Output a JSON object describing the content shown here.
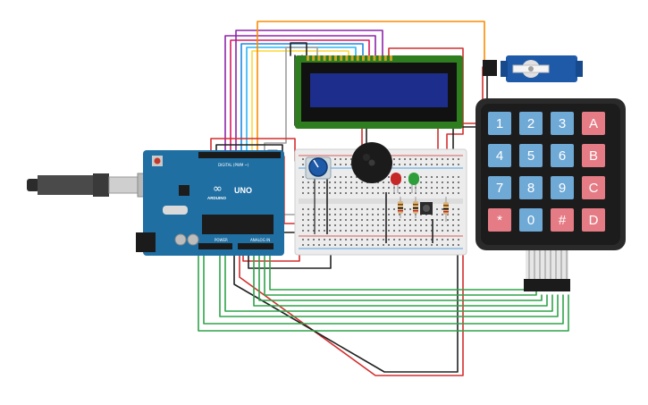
{
  "colors": {
    "background": "#ffffff",
    "arduino_board": "#1f6fa3",
    "lcd_frame": "#2e7d1f",
    "lcd_screen": "#1d2d8c",
    "keypad_body": "#2a2a2a",
    "key_blue": "#6fa9d6",
    "key_red": "#e57c85",
    "wire_red": "#d32f2f",
    "wire_black": "#222222",
    "wire_green": "#2fa34a",
    "wire_purple": "#8e24aa",
    "wire_magenta": "#d81b60",
    "wire_blue": "#1e88e5",
    "wire_yellow": "#fdd835",
    "wire_orange": "#fb8c00",
    "wire_gray": "#9e9e9e",
    "servo_blue": "#1e5aa8"
  },
  "arduino": {
    "logo_text": "ARDUINO",
    "model": "UNO",
    "digital_header": "DIGITAL (PWM ~)",
    "analog_header": "ANALOG IN",
    "power_header": "POWER"
  },
  "keypad": {
    "rows": [
      [
        "1",
        "2",
        "3",
        "A"
      ],
      [
        "4",
        "5",
        "6",
        "B"
      ],
      [
        "7",
        "8",
        "9",
        "C"
      ],
      [
        "*",
        "0",
        "#",
        "D"
      ]
    ]
  },
  "leds": [
    {
      "color_name": "red",
      "color": "#c62828"
    },
    {
      "color_name": "green",
      "color": "#2e9e3a"
    }
  ],
  "icons": {
    "usb": "usb-cable-icon",
    "potentiometer": "potentiometer-icon",
    "buzzer": "piezo-buzzer-icon",
    "servo": "servo-motor-icon",
    "button": "push-button-icon"
  }
}
